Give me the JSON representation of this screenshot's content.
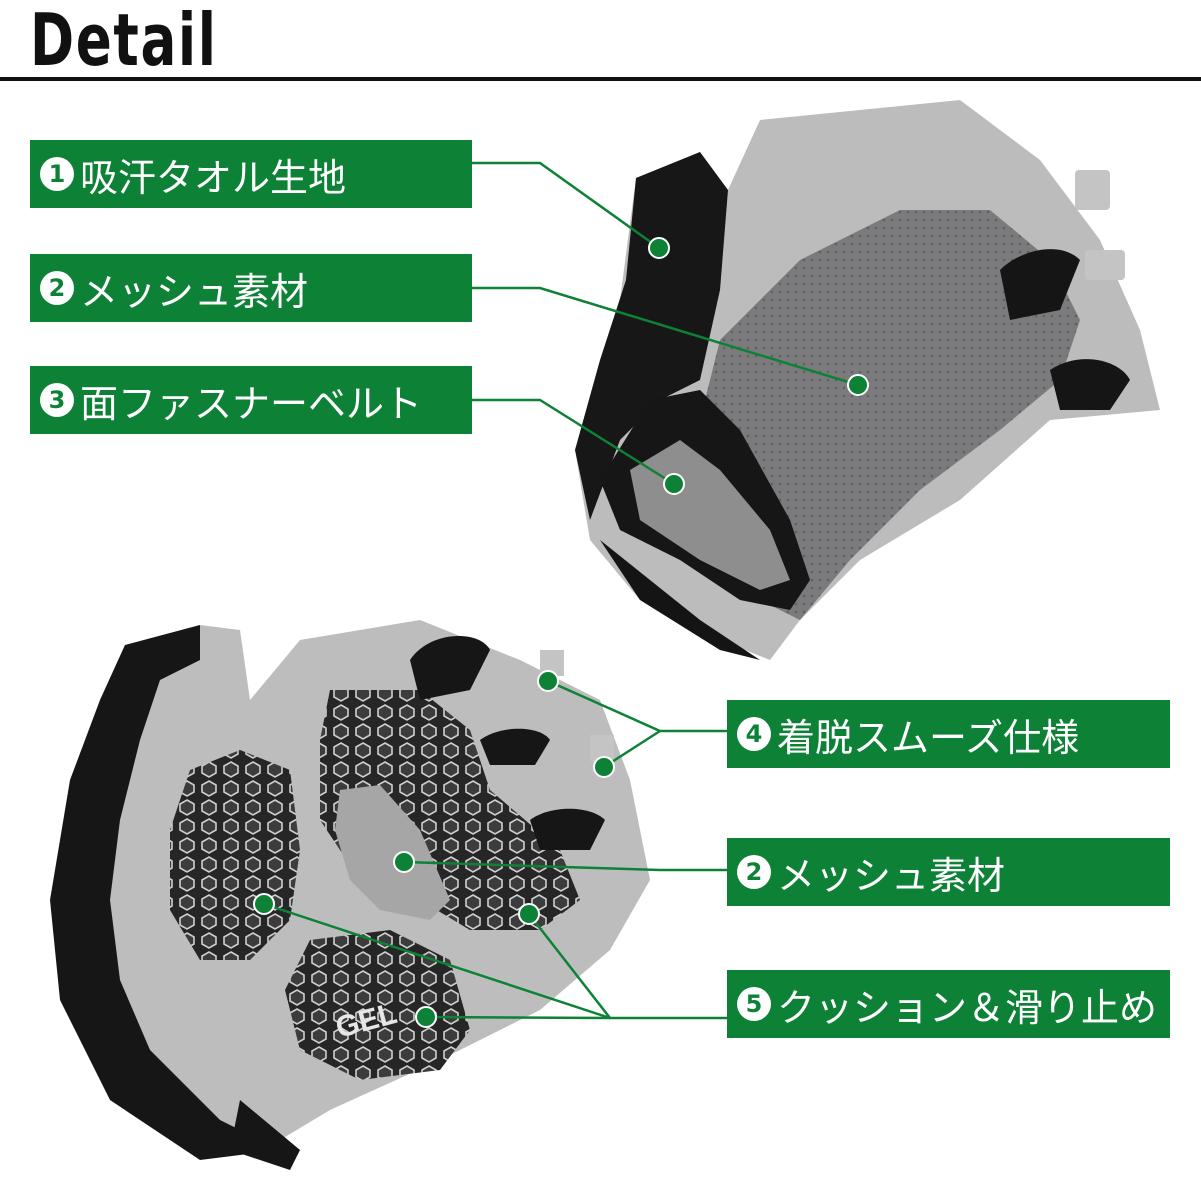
{
  "title": "Detail",
  "labels": [
    {
      "num": "1",
      "text": "吸汗タオル生地"
    },
    {
      "num": "2",
      "text": "メッシュ素材"
    },
    {
      "num": "3",
      "text": "面ファスナーベルト"
    },
    {
      "num": "4",
      "text": "着脱スムーズ仕様"
    },
    {
      "num": "2",
      "text": "メッシュ素材"
    },
    {
      "num": "5",
      "text": "クッション＆滑り止め"
    }
  ],
  "photo_marks": {
    "palm_logo": "GEL"
  },
  "colors": {
    "accent_green": "#0d8237",
    "glove_black": "#151515",
    "glove_grey": "#b9b9b9",
    "mesh_grey": "#7a7a7c"
  }
}
